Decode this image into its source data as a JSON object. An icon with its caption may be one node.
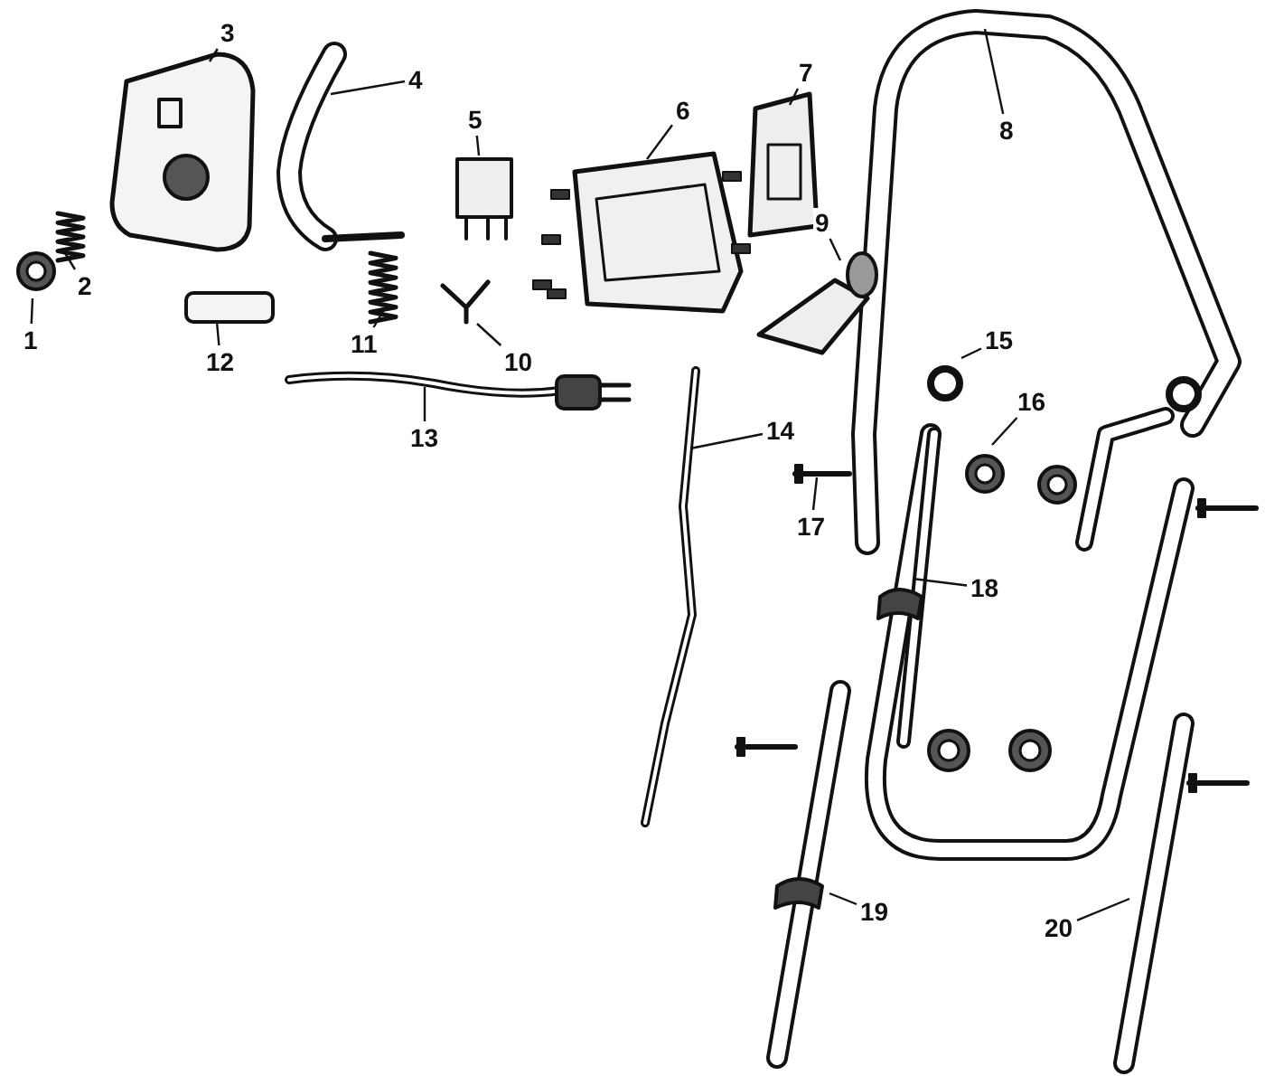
{
  "diagram": {
    "nodes": [
      {
        "text": [
          "1"
        ]
      },
      {
        "text": [
          "2"
        ]
      },
      {
        "text": [
          "3"
        ]
      },
      {
        "text": [
          "4"
        ]
      },
      {
        "text": [
          "5"
        ]
      },
      {
        "text": [
          "6"
        ]
      },
      {
        "text": [
          "7"
        ]
      },
      {
        "text": [
          "8"
        ]
      },
      {
        "text": [
          "9"
        ]
      },
      {
        "text": [
          "10"
        ]
      },
      {
        "text": [
          "11"
        ]
      },
      {
        "text": [
          "12"
        ]
      },
      {
        "text": [
          "13"
        ]
      },
      {
        "text": [
          "14"
        ]
      },
      {
        "text": [
          "15"
        ]
      },
      {
        "text": [
          "16"
        ]
      },
      {
        "text": [
          "17"
        ]
      },
      {
        "text": [
          "18"
        ]
      },
      {
        "text": [
          "19"
        ]
      },
      {
        "text": [
          "20"
        ]
      }
    ],
    "edges": [
      {
        "from": 0,
        "to": null,
        "arrow": "none"
      },
      {
        "from": 1,
        "to": null,
        "arrow": "none"
      },
      {
        "from": 2,
        "to": null,
        "arrow": "none"
      },
      {
        "from": 3,
        "to": null,
        "arrow": "none"
      },
      {
        "from": 4,
        "to": null,
        "arrow": "none"
      },
      {
        "from": 5,
        "to": null,
        "arrow": "none"
      },
      {
        "from": 6,
        "to": null,
        "arrow": "none"
      },
      {
        "from": 7,
        "to": null,
        "arrow": "none"
      },
      {
        "from": 8,
        "to": null,
        "arrow": "none"
      },
      {
        "from": 9,
        "to": null,
        "arrow": "none"
      },
      {
        "from": 10,
        "to": null,
        "arrow": "none"
      },
      {
        "from": 11,
        "to": null,
        "arrow": "none"
      },
      {
        "from": 12,
        "to": null,
        "arrow": "none"
      },
      {
        "from": 13,
        "to": null,
        "arrow": "none"
      },
      {
        "from": 14,
        "to": null,
        "arrow": "none"
      },
      {
        "from": 15,
        "to": null,
        "arrow": "none"
      },
      {
        "from": 16,
        "to": null,
        "arrow": "none"
      },
      {
        "from": 17,
        "to": null,
        "arrow": "none"
      },
      {
        "from": 18,
        "to": null,
        "arrow": "none"
      },
      {
        "from": 19,
        "to": null,
        "arrow": "none"
      }
    ]
  }
}
